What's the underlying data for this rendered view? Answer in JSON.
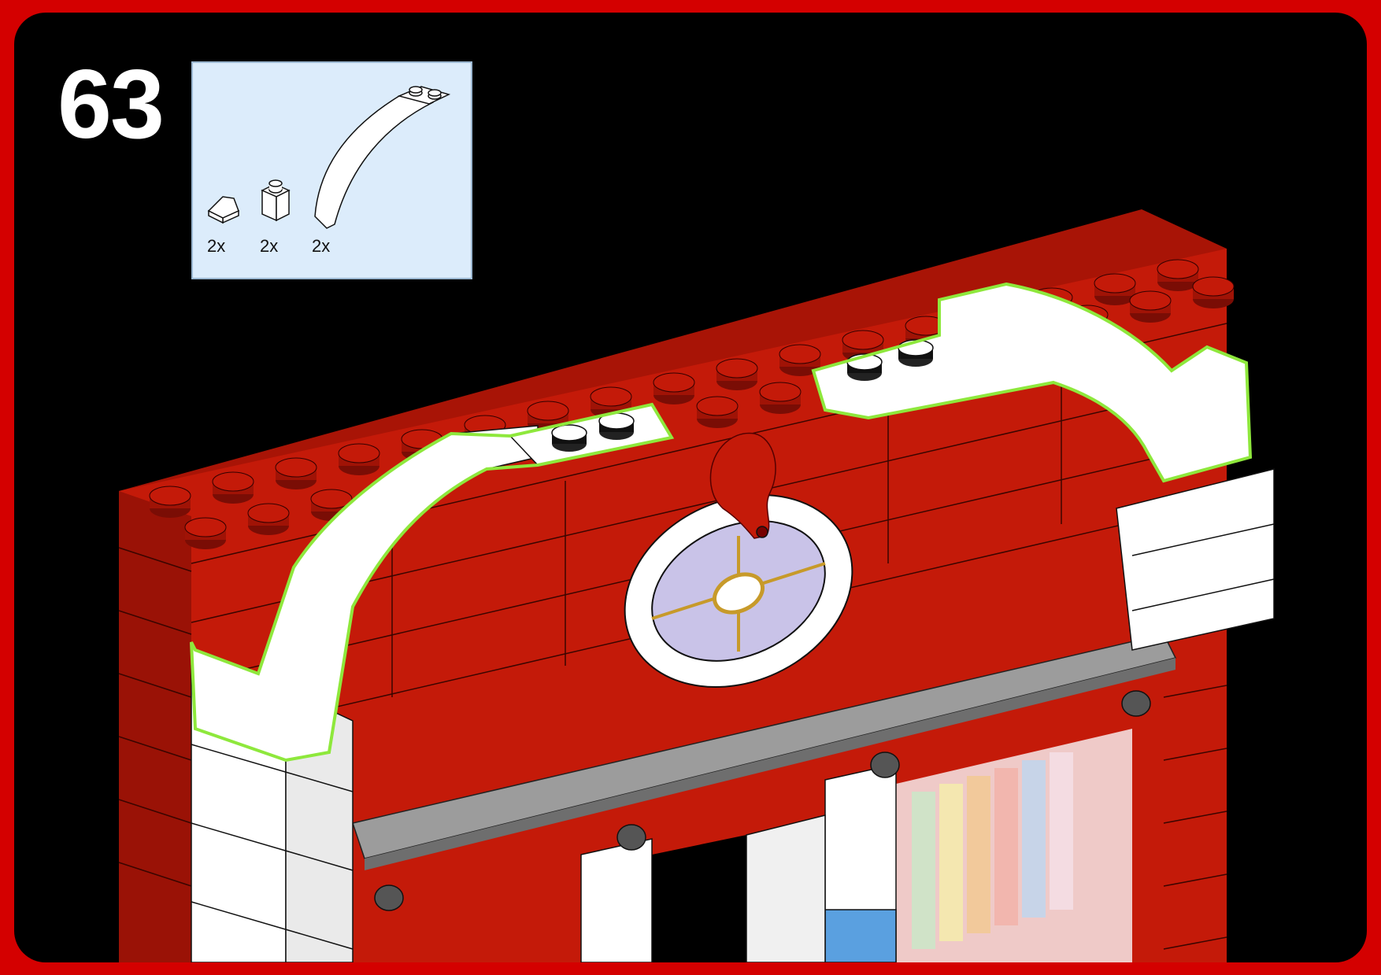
{
  "step": {
    "number": "63"
  },
  "parts_list": {
    "items": [
      {
        "icon": "slope-brick-1x1-icon",
        "quantity": "2x"
      },
      {
        "icon": "plate-brick-1x1-icon",
        "quantity": "2x"
      },
      {
        "icon": "arch-curved-brick-icon",
        "quantity": "2x"
      }
    ]
  },
  "colors": {
    "border": "#d40000",
    "background": "#000000",
    "brick_red": "#c41a09",
    "highlight": "#8ee83c",
    "parts_background": "#dcecfb",
    "white_brick": "#ffffff",
    "grey_tile": "#9c9c9c"
  }
}
